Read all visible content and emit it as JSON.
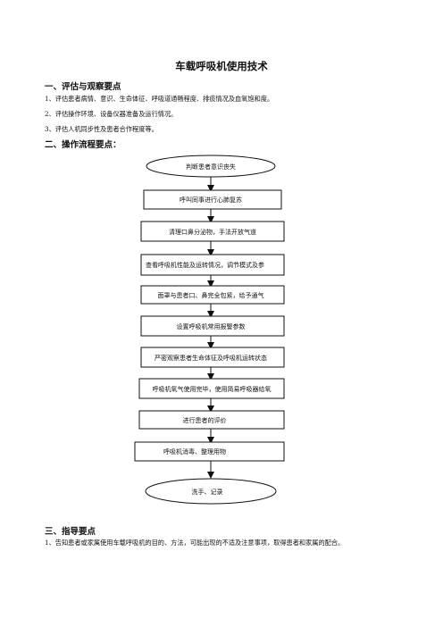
{
  "document": {
    "title": "车载呼吸机使用技术",
    "section1": {
      "heading": "一、评估与观察要点",
      "items": [
        "1、评估患者病情、意识、生命体征、呼吸道通畅程度、排痰情况及血氧饱和度。",
        "2、评估操作环境、设备仪器准备及运行情况。",
        "3、评估人机同步性及患者合作程度等。"
      ]
    },
    "section2": {
      "heading": "二、操作流程要点：",
      "flow": [
        "判断患者意识丧失",
        "呼叫同事进行心肺复苏",
        "清理口鼻分泌物，手法开放气道",
        "查看呼吸机性能及运转情况，调节模式及参",
        "面罩与患者口、鼻完全包紧，给予通气",
        "设置呼吸机常用报警参数",
        "严密观察患者生命体征及呼吸机运转状态",
        "呼吸机氧气使用完毕，使用简易呼吸器给氧",
        "进行患者的评价",
        "呼吸机消毒、整理用物",
        "洗手、记录"
      ]
    },
    "section3": {
      "heading": "三、指导要点",
      "items": [
        "1、告知患者或家属使用车载呼吸机的目的、方法，可能出现的不适及注意事项，取得患者和家属的配合。"
      ]
    }
  }
}
